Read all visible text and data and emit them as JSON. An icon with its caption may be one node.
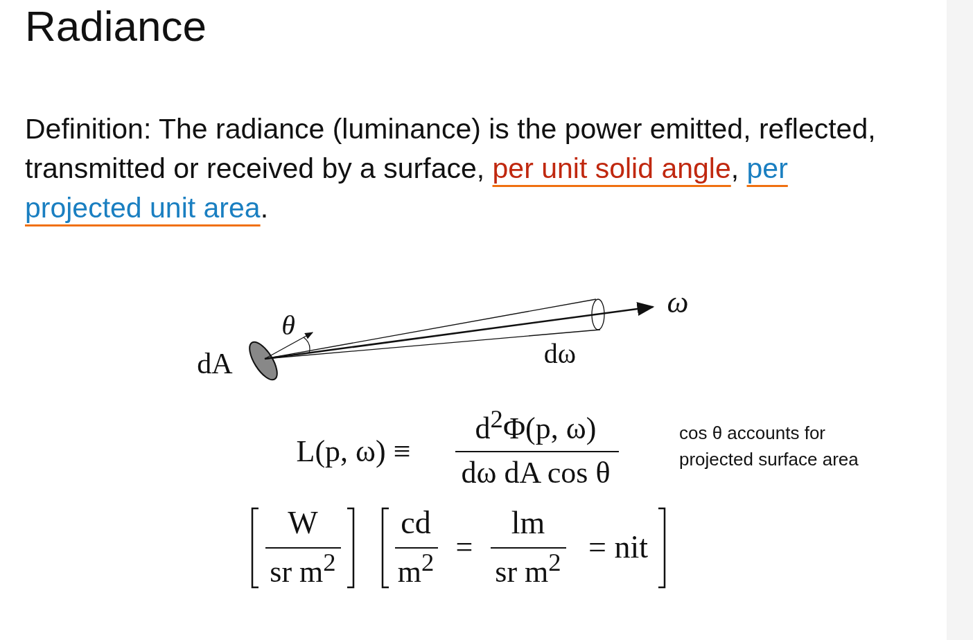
{
  "diagram": {
    "title": "Radiance",
    "labels": [
      "Definition: The radiance (luminance) is the power emitted, reflected, transmitted or received by a surface,",
      "per unit solid angle,",
      "per projected unit area.",
      "θ",
      "ω",
      "dA",
      "dω",
      "L(p, ω) ≡",
      "d$^{2}$Φ(p, ω)",
      "dω dA cos θ",
      "cos θ accounts for projected surface area",
      "W",
      "sr m$^{2}$",
      "cd",
      "m$^{2}$",
      "=",
      "lm",
      "sr m$^{2}$",
      "= nit"
    ]
  }
}
